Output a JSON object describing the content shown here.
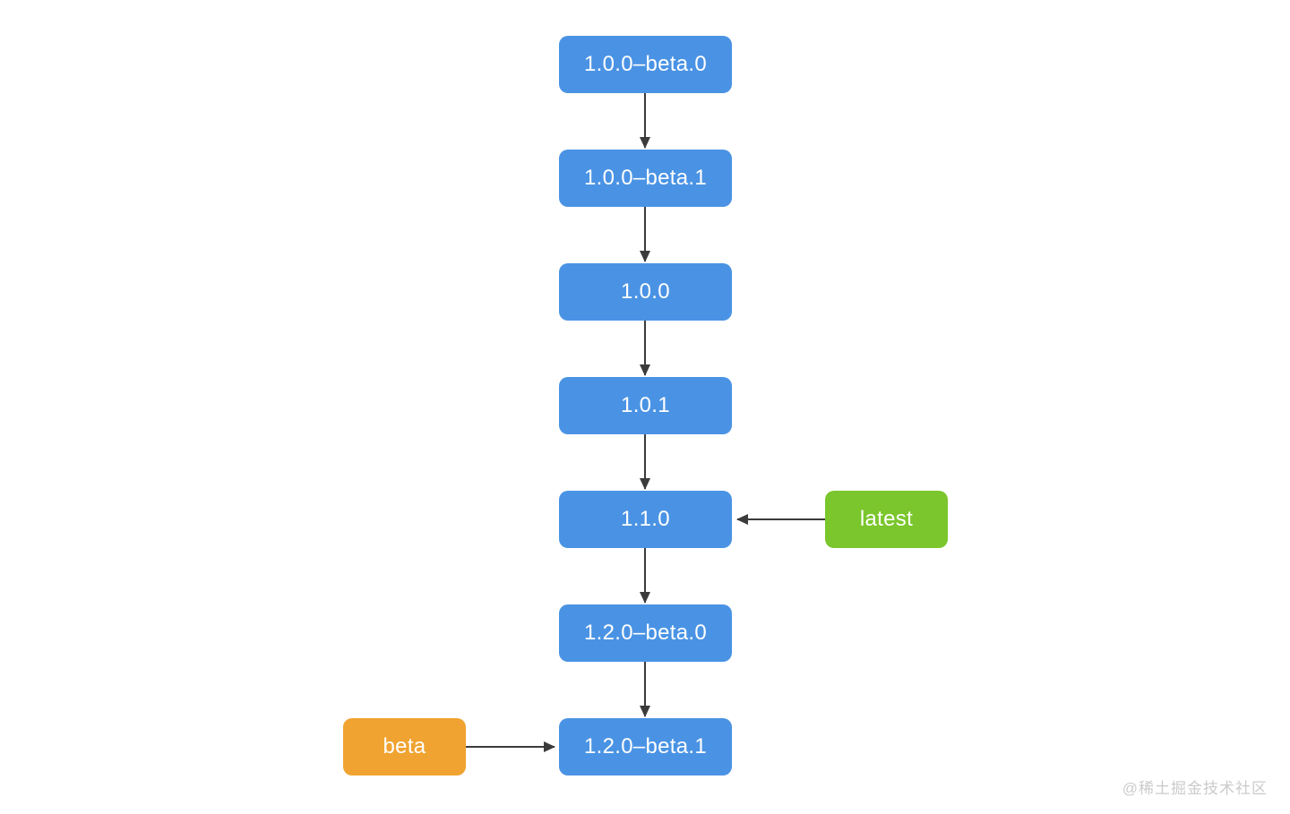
{
  "diagram": {
    "type": "flowchart",
    "versions": [
      {
        "label": "1.0.0–beta.0"
      },
      {
        "label": "1.0.0–beta.1"
      },
      {
        "label": "1.0.0"
      },
      {
        "label": "1.0.1"
      },
      {
        "label": "1.1.0"
      },
      {
        "label": "1.2.0–beta.0"
      },
      {
        "label": "1.2.0–beta.1"
      }
    ],
    "tags": [
      {
        "label": "latest",
        "points_to": "1.1.0"
      },
      {
        "label": "beta",
        "points_to": "1.2.0–beta.1"
      }
    ],
    "edges": [
      {
        "from": "1.0.0–beta.0",
        "to": "1.0.0–beta.1"
      },
      {
        "from": "1.0.0–beta.1",
        "to": "1.0.0"
      },
      {
        "from": "1.0.0",
        "to": "1.0.1"
      },
      {
        "from": "1.0.1",
        "to": "1.1.0"
      },
      {
        "from": "1.1.0",
        "to": "1.2.0–beta.0"
      },
      {
        "from": "1.2.0–beta.0",
        "to": "1.2.0–beta.1"
      },
      {
        "from": "latest",
        "to": "1.1.0"
      },
      {
        "from": "beta",
        "to": "1.2.0–beta.1"
      }
    ],
    "colors": {
      "version_box": "#4A93E4",
      "latest_box": "#7AC62C",
      "beta_box": "#F0A330",
      "arrow": "#3B3B3B",
      "box_text": "#FFFFFF",
      "background": "#FFFFFF",
      "watermark_text": "#CBCBCB"
    }
  },
  "watermark": {
    "text": "@稀土掘金技术社区"
  }
}
